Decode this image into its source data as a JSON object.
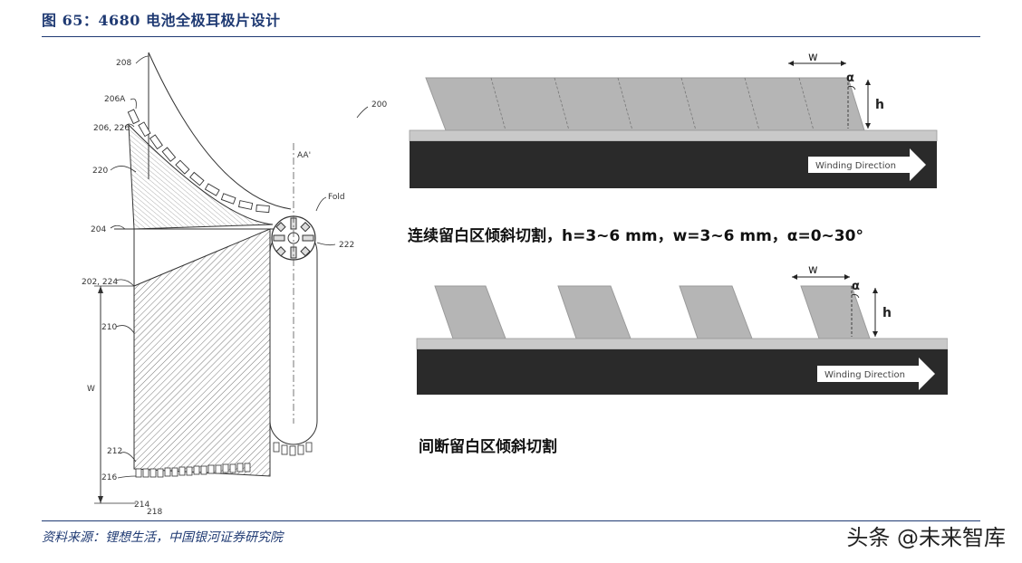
{
  "figure": {
    "title": "图 65：4680 电池全极耳极片设计",
    "source": "资料来源：锂想生活，中国银河证券研究院",
    "watermark": "头条 @未来智库"
  },
  "left_diagram": {
    "labels": {
      "l208": "208",
      "l206a": "206A",
      "l206_226": "206, 226",
      "l220": "220",
      "l204": "204",
      "l202_224": "202, 224",
      "l210": "210",
      "lw": "W",
      "l212": "212",
      "l216": "216",
      "l214": "214",
      "l218": "218",
      "l200": "200",
      "laa": "AA'",
      "lfold": "Fold",
      "l222": "222"
    }
  },
  "right_top": {
    "w_label": "w",
    "alpha_label": "α",
    "h_label": "h",
    "direction": "Winding Direction",
    "caption": "连续留白区倾斜切割，h=3~6 mm，w=3~6 mm，α=0~30°"
  },
  "right_bottom": {
    "w_label": "w",
    "alpha_label": "α",
    "h_label": "h",
    "direction": "Winding Direction",
    "caption": "间断留白区倾斜切割"
  }
}
